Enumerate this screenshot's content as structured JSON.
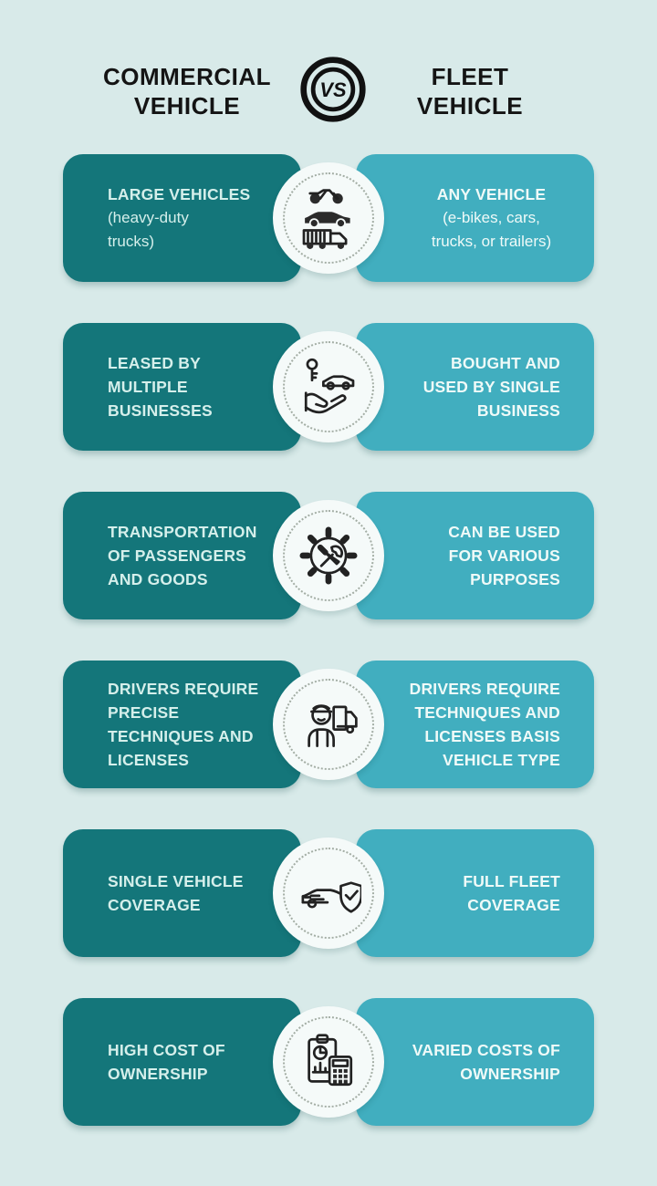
{
  "header": {
    "left_title": "COMMERCIAL\nVEHICLE",
    "vs_label": "VS",
    "right_title": "FLEET\nVEHICLE"
  },
  "colors": {
    "background": "#D8EAE9",
    "left_card": "#14767A",
    "right_card": "#41AEBF",
    "left_card_text": "#D5EFEB",
    "right_card_text": "#EFFAF8",
    "header_text": "#141414",
    "hub_fill": "#F5FAF9",
    "dotted_ring": "#A3ADA4",
    "icon_stroke": "#222222"
  },
  "rows": [
    {
      "icon": "vehicles-stack-icon",
      "left_main": "LARGE VEHICLES",
      "left_sub": "(heavy-duty\ntrucks)",
      "right_main": "ANY VEHICLE",
      "right_sub": "(e-bikes, cars,\ntrucks, or trailers)"
    },
    {
      "icon": "car-key-handover-icon",
      "left_main": "LEASED BY\nMULTIPLE\nBUSINESSES",
      "right_main": "BOUGHT AND\nUSED BY SINGLE\nBUSINESS"
    },
    {
      "icon": "gear-tools-icon",
      "left_main": "TRANSPORTATION\nOF PASSENGERS\nAND GOODS",
      "right_main": "CAN BE USED\nFOR VARIOUS\nPURPOSES"
    },
    {
      "icon": "driver-truck-icon",
      "left_main": "DRIVERS REQUIRE\nPRECISE\nTECHNIQUES AND\nLICENSES",
      "right_main": "DRIVERS REQUIRE\nTECHNIQUES AND\nLICENSES BASIS\nVEHICLE TYPE"
    },
    {
      "icon": "car-shield-icon",
      "left_main": "SINGLE VEHICLE\nCOVERAGE",
      "right_main": "FULL FLEET\nCOVERAGE"
    },
    {
      "icon": "clipboard-calculator-icon",
      "left_main": "HIGH COST OF\nOWNERSHIP",
      "right_main": "VARIED COSTS OF\nOWNERSHIP"
    }
  ]
}
